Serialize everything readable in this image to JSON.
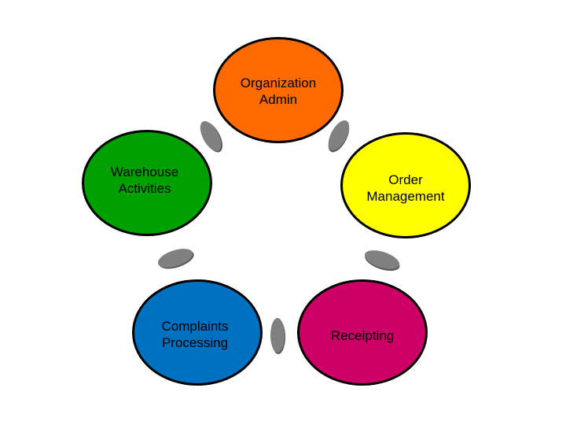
{
  "diagram": {
    "nodes": [
      {
        "id": "org",
        "label": "Organization\nAdmin",
        "color": "#ff6a00"
      },
      {
        "id": "order",
        "label": "Order\nManagement",
        "color": "#ffff00"
      },
      {
        "id": "receipting",
        "label": "Receipting",
        "color": "#cc0066"
      },
      {
        "id": "complaints",
        "label": "Complaints\nProcessing",
        "color": "#0070c0"
      },
      {
        "id": "warehouse",
        "label": "Warehouse\nActivities",
        "color": "#00a000"
      }
    ],
    "connector_color": "#808080"
  }
}
